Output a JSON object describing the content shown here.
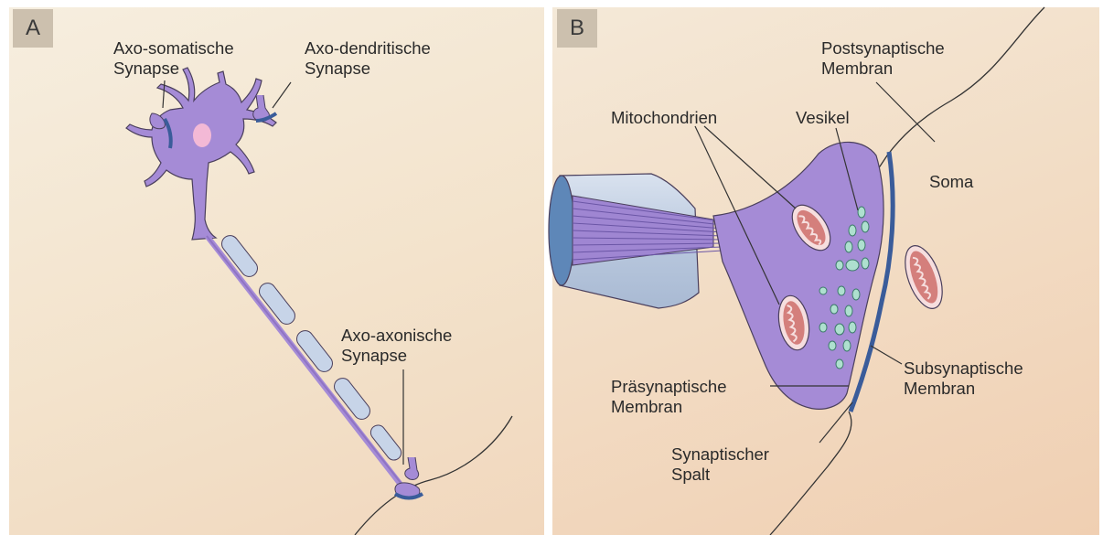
{
  "panel_a": {
    "tag": "A",
    "labels": {
      "axo_somatic": "Axo-somatische\nSynapse",
      "axo_dendritic": "Axo-dendritische\nSynapse",
      "axo_axonic": "Axo-axonische\nSynapse"
    }
  },
  "panel_b": {
    "tag": "B",
    "labels": {
      "postsynaptic": "Postsynaptische\nMembran",
      "mitochondria": "Mitochondrien",
      "vesicles": "Vesikel",
      "soma": "Soma",
      "presynaptic": "Präsynaptische\nMembran",
      "subsynaptic": "Subsynaptische\nMembran",
      "cleft": "Synaptischer\nSpalt"
    }
  },
  "colors": {
    "neuron": "#a58bd6",
    "neuron_outline": "#4a3f5c",
    "myelin": "#c7d4e8",
    "membrane": "#3a5c9a",
    "mitochondrion": "#d47f7c",
    "vesicle": "#aee0cf"
  }
}
